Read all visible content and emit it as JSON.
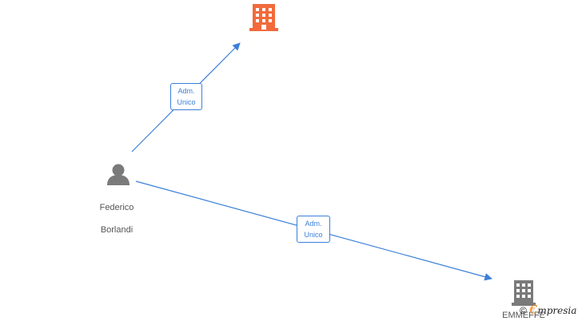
{
  "person": {
    "name_line1": "Federico",
    "name_line2": "Borlandi",
    "icon": "person-icon",
    "color": "#7a7a7a"
  },
  "companies": [
    {
      "name": "",
      "icon": "building-icon",
      "color": "#f26a3c"
    },
    {
      "name": "EMMEFFE",
      "icon": "building-icon",
      "color": "#7a7a7a"
    }
  ],
  "edges": [
    {
      "line1": "Adm.",
      "line2": "Unico",
      "color": "#3b7fd9"
    },
    {
      "line1": "Adm.",
      "line2": "Unico",
      "color": "#3b7fd9"
    }
  ],
  "brand": {
    "copyright": "©",
    "e": "€",
    "rest": "mpresia"
  }
}
